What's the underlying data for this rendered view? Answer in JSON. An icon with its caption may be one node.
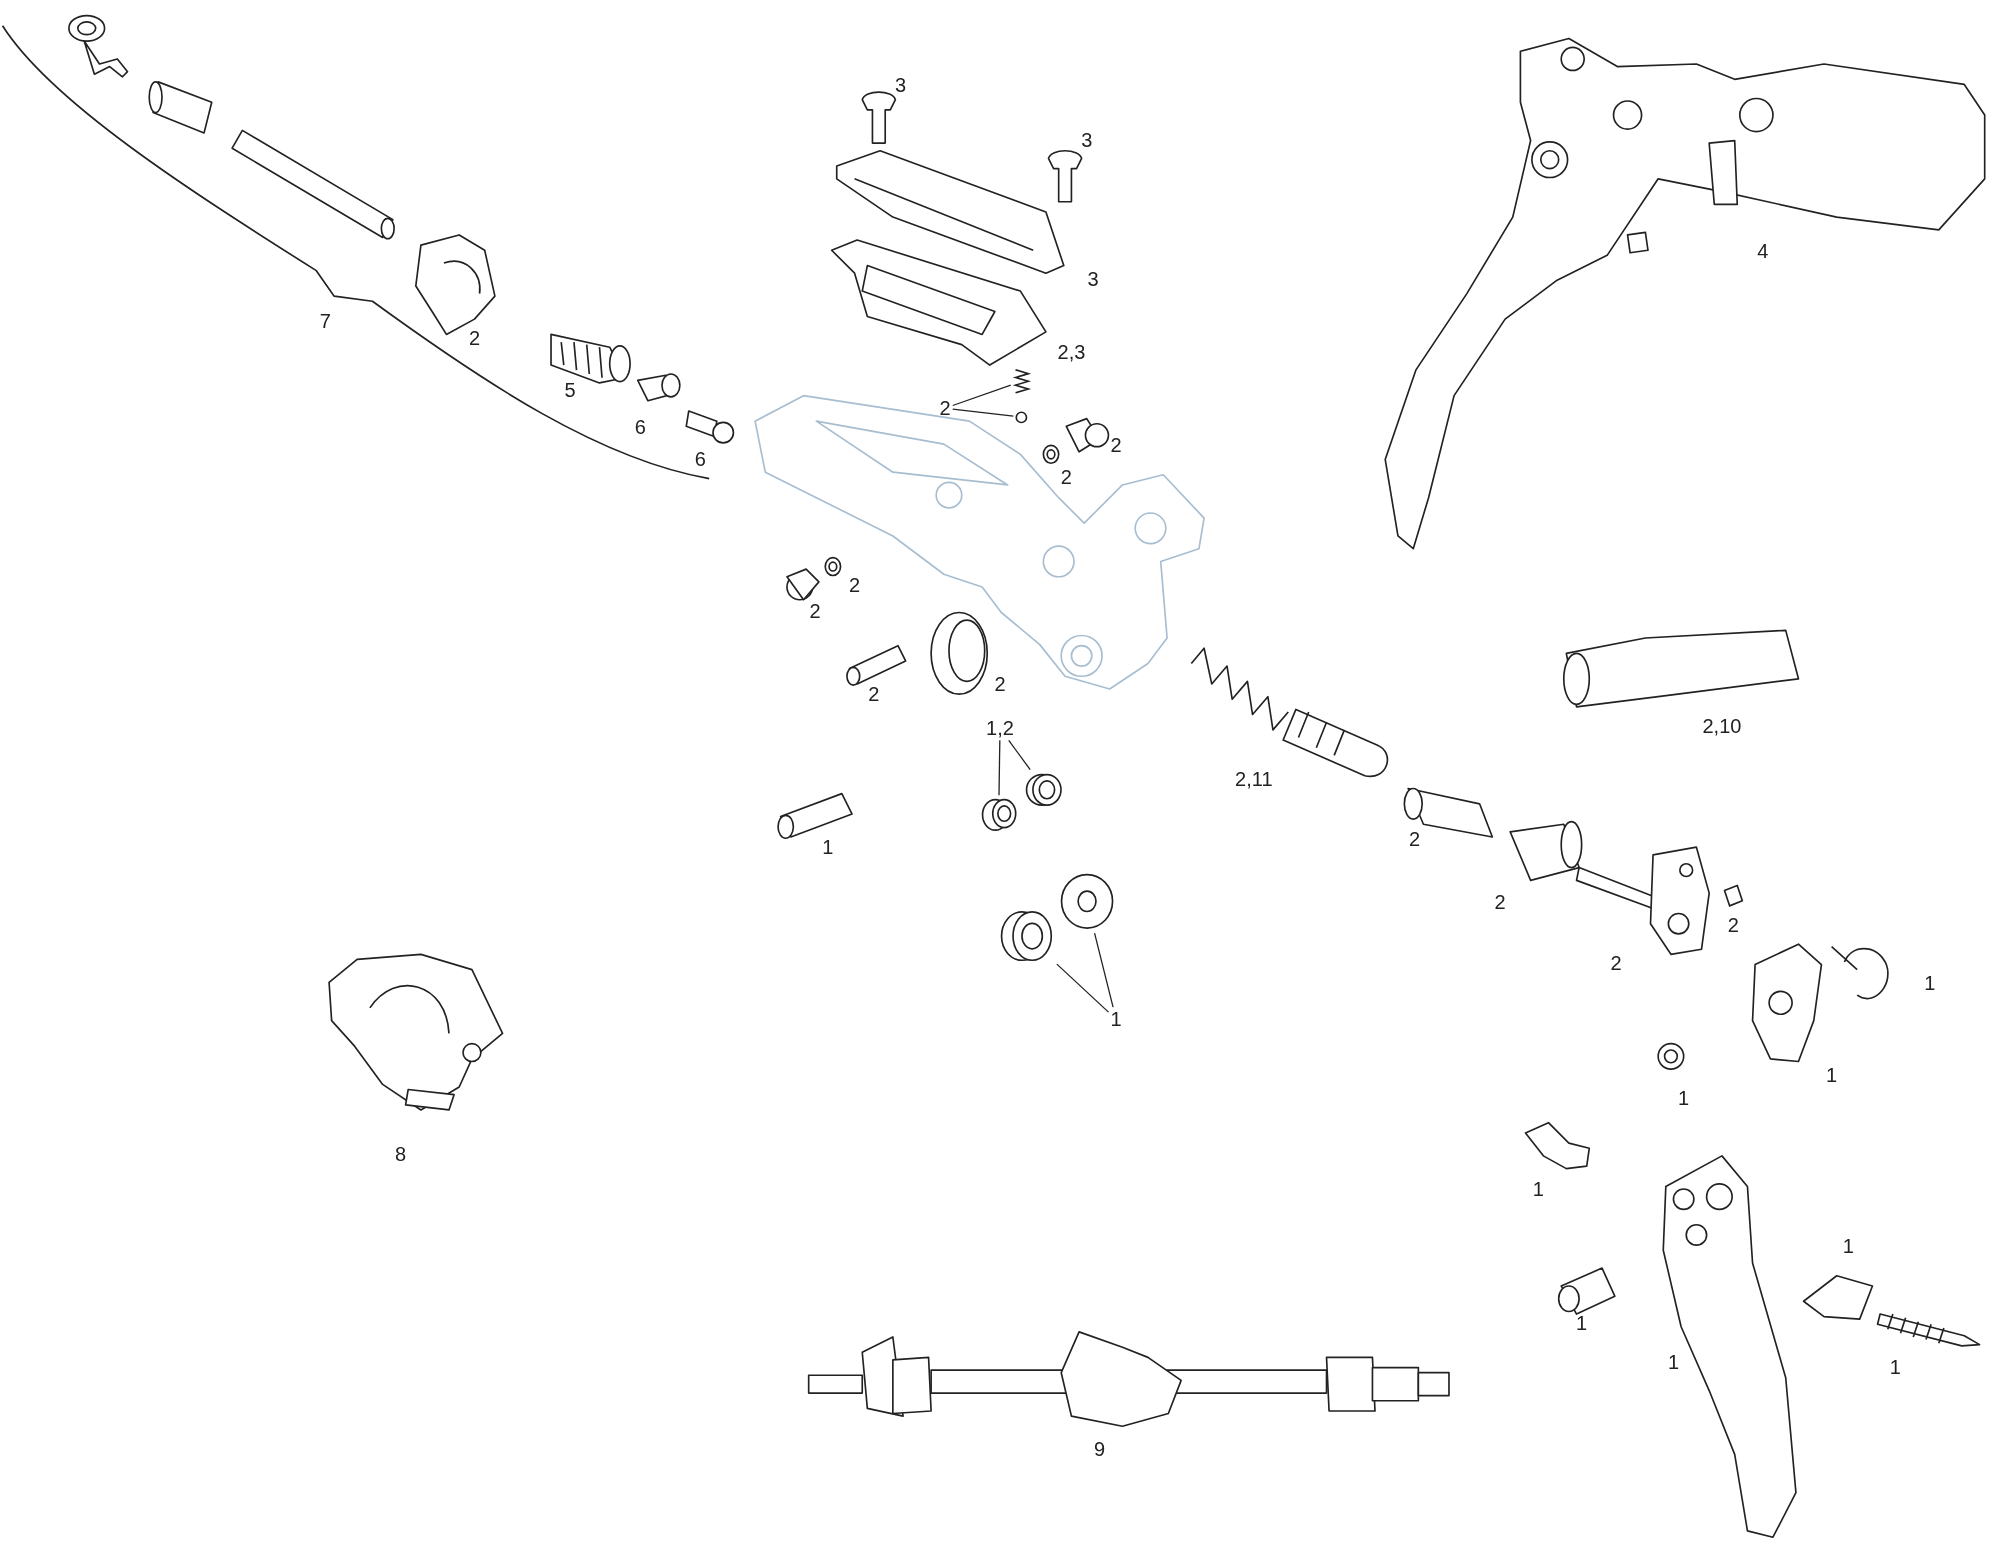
{
  "diagram": {
    "nodes": [
      {
        "text": [
          "2"
        ]
      },
      {
        "text": [],
        "shape": "picture"
      },
      {
        "text": [],
        "shape": "circle"
      },
      {
        "text": [
          "1,2"
        ]
      },
      {
        "text": [],
        "shape": "picture"
      },
      {
        "text": [],
        "shape": "picture"
      },
      {
        "text": [
          "1"
        ]
      },
      {
        "text": [],
        "shape": "picture"
      },
      {
        "text": [],
        "shape": "picture"
      }
    ],
    "edges": [
      {
        "from": 0,
        "to": 1,
        "arrow": "none"
      },
      {
        "from": 0,
        "to": 2,
        "arrow": "none"
      },
      {
        "from": 3,
        "to": 4,
        "arrow": "none"
      },
      {
        "from": 3,
        "to": 5,
        "arrow": "none"
      },
      {
        "from": 6,
        "to": 7,
        "arrow": "none"
      },
      {
        "from": 6,
        "to": 8,
        "arrow": "none"
      }
    ],
    "labels": [
      "3",
      "3",
      "7",
      "3",
      "4",
      "2",
      "2,3",
      "5",
      "6",
      "2",
      "6",
      "2",
      "2",
      "2",
      "2",
      "2",
      "2,10",
      "2,11",
      "2",
      "1",
      "2",
      "2",
      "2",
      "1",
      "1",
      "1",
      "8",
      "1",
      "1",
      "1",
      "1",
      "1",
      "9"
    ]
  }
}
